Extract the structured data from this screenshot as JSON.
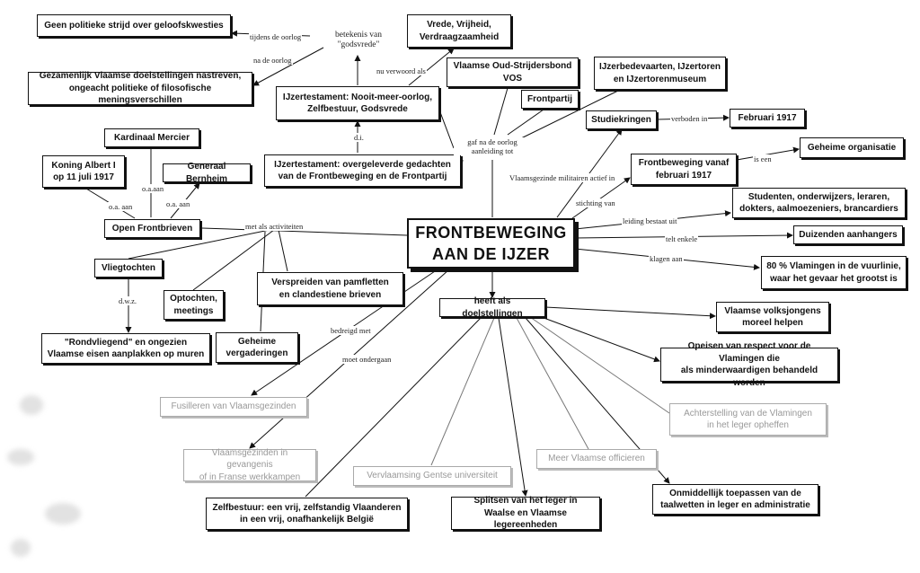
{
  "diagram": {
    "central": "FRONTBEWEGING\nAAN DE IJZER",
    "nodes": {
      "geen_strijd": "Geen politieke strijd over geloofskwesties",
      "betekenis": "betekenis van\n\"godsvrede\"",
      "vrede": "Vrede, Vrijheid,\nVerdraagzaamheid",
      "vos": "Vlaamse Oud-Strijdersbond\nVOS",
      "ijzerbedevaarten": "IJzerbedevaarten, IJzertoren\nen IJzertorenmuseum",
      "gezamenlijk": "Gezamenlijk Vlaamse doelstellingen nastreven,\nongeacht politieke of filosofische meningsverschillen",
      "ijzertestament_nmo": "IJzertestament: Nooit-meer-oorlog,\nZelfbestuur, Godsvrede",
      "frontpartij": "Frontpartij",
      "studiekringen": "Studiekringen",
      "februari1917": "Februari 1917",
      "kardinaal": "Kardinaal Mercier",
      "koning": "Koning Albert I\nop 11 juli 1917",
      "bernheim": "Generaal Bernheim",
      "ijzertestament_ov": "IJzertestament: overgeleverde gedachten\nvan de Frontbeweging en de Frontpartij",
      "frontbeweging_vanaf": "Frontbeweging vanaf\nfebruari 1917",
      "geheime_org": "Geheime organisatie",
      "studenten": "Studenten, onderwijzers, leraren,\ndokters, aalmoezeniers, brancardiers",
      "open_frontbrieven": "Open Frontbrieven",
      "duizenden": "Duizenden aanhangers",
      "vliegtochten": "Vliegtochten",
      "verspreiden": "Verspreiden van pamfletten\nen clandestiene brieven",
      "pct80": "80 % Vlamingen in de vuurlinie,\nwaar het gevaar het grootst is",
      "optochten": "Optochten,\nmeetings",
      "doelstellingen": "heeft als doelstellingen",
      "volksjongens": "Vlaamse volksjongens\nmoreel helpen",
      "rondvliegend": "\"Rondvliegend\" en ongezien\nVlaamse eisen aanplakken op muren",
      "geheime_verg": "Geheime\nvergaderingen",
      "opeisen": "Opeisen van respect voor de Vlamingen die\nals minderwaardigen behandeld worden",
      "fusilleren": "Fusilleren van Vlaamsgezinden",
      "achterstelling": "Achterstelling van de Vlamingen\nin het leger opheffen",
      "gevangenis": "Vlaamsgezinden in gevangenis\nof in Franse werkkampen",
      "officieren": "Meer Vlaamse officieren",
      "vervlaamsing": "Vervlaamsing Gentse universiteit",
      "zelfbestuur": "Zelfbestuur: een vrij, zelfstandig Vlaanderen\nin een vrij, onafhankelijk België",
      "splitsen": "Splitsen van het leger in\nWaalse en Vlaamse legereenheden",
      "taalwetten": "Onmiddellijk toepassen van de\ntaalwetten in leger en administratie"
    },
    "labels": {
      "tijdens": "tijdens de oorlog",
      "na_oorlog": "na de oorlog",
      "nu_verwoord": "nu verwoord als",
      "di": "d.i.",
      "gaf_na": "gaf na de oorlog\naanleiding tot",
      "verboden": "verboden in",
      "is_een": "is een",
      "vlaamsgezinde": "Vlaamsgezinde militairen actief in",
      "stichting": "stichting van",
      "leiding": "leiding bestaat uit",
      "telt": "telt enkele",
      "klagen": "klagen aan",
      "met_activiteiten": "met als activiteiten",
      "oa_aan_1": "o.a.aan",
      "oa_aan_2": "o.a. aan",
      "oa_aan_3": "o.a. aan",
      "dwz": "d.w.z.",
      "bedreigd": "bedreigd met",
      "moet": "moet ondergaan"
    }
  }
}
